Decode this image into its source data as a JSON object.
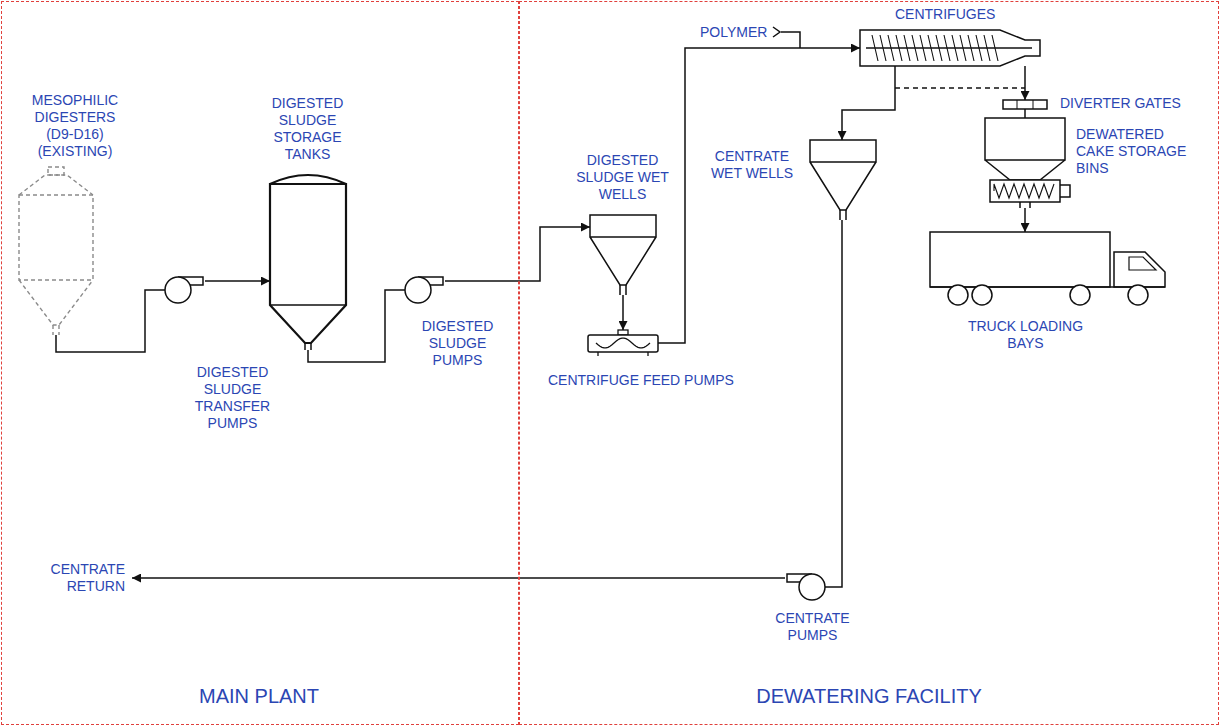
{
  "diagram": {
    "nodes": [
      {
        "text": [
          "MAIN PLANT"
        ]
      },
      {
        "text": [
          "DEWATERING FACILITY"
        ]
      },
      {
        "text": [
          "MESOPHILIC DIGESTERS (D9-D16) (EXISTING)"
        ],
        "in": 0
      },
      {
        "text": [
          "DIGESTED SLUDGE TRANSFER PUMPS"
        ],
        "in": 0
      },
      {
        "text": [
          "DIGESTED SLUDGE STORAGE TANKS"
        ],
        "in": 0
      },
      {
        "text": [
          "DIGESTED SLUDGE PUMPS"
        ],
        "in": 0
      },
      {
        "text": [
          "DIGESTED SLUDGE WET WELLS"
        ],
        "in": 1
      },
      {
        "text": [
          "CENTRIFUGE FEED PUMPS"
        ],
        "in": 1
      },
      {
        "text": [
          "CENTRIFUGES"
        ],
        "in": 1
      },
      {
        "text": [
          "DIVERTER GATES"
        ],
        "in": 1
      },
      {
        "text": [
          "DEWATERED CAKE STORAGE BINS"
        ],
        "in": 1
      },
      {
        "text": [
          "TRUCK LOADING BAYS"
        ],
        "in": 1
      },
      {
        "text": [
          "CENTRATE WET WELLS"
        ],
        "in": 1
      },
      {
        "text": [
          "CENTRATE PUMPS"
        ],
        "in": 1
      }
    ],
    "edges": [
      {
        "from": 2,
        "to": 3,
        "arrow": "none"
      },
      {
        "from": 3,
        "to": 4,
        "arrow": "to"
      },
      {
        "from": 4,
        "to": 5,
        "arrow": "none"
      },
      {
        "from": 5,
        "to": 6,
        "arrow": "to"
      },
      {
        "from": 6,
        "to": 7,
        "arrow": "to"
      },
      {
        "from": 7,
        "to": 8,
        "arrow": "to"
      },
      {
        "from": 8,
        "to": 12,
        "arrow": "to"
      },
      {
        "from": 8,
        "to": 9,
        "arrow": "to"
      },
      {
        "from": 9,
        "to": 10,
        "arrow": "none"
      },
      {
        "from": 10,
        "to": 11,
        "arrow": "to"
      },
      {
        "from": 12,
        "to": 13,
        "arrow": "none"
      }
    ],
    "labels": [
      "POLYMER",
      "CENTRATE RETURN"
    ]
  }
}
